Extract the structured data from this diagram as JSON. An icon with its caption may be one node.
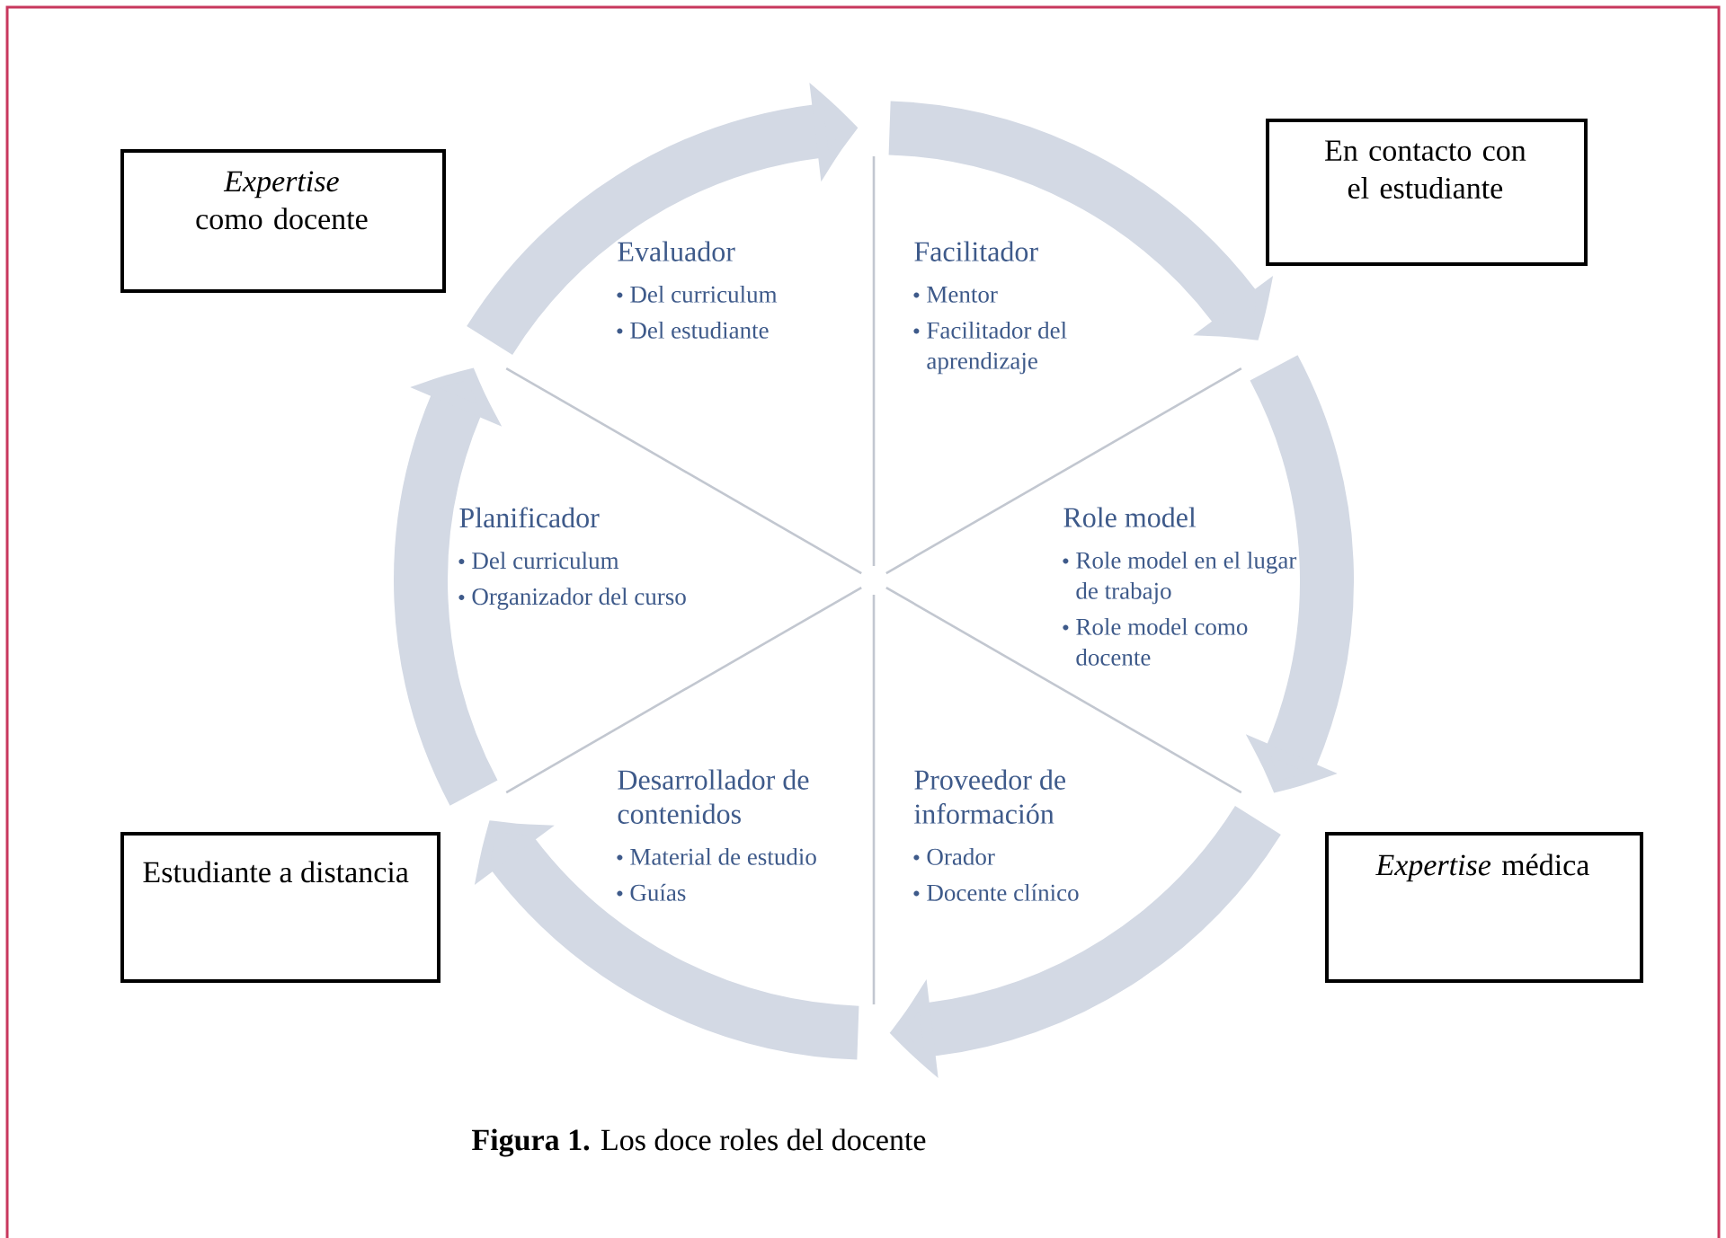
{
  "diagram": {
    "caption": "**Figura 1.** Los doce roles del docente",
    "nodes": [
      {
        "text": [
          "*Expertise* como docente"
        ]
      },
      {
        "text": [
          "En contacto con el estudiante"
        ]
      },
      {
        "text": [
          "Evaluador",
          "Del curriculum",
          "Del estudiante"
        ]
      },
      {
        "text": [
          "Facilitador",
          "Mentor",
          "Facilitador del aprendizaje"
        ]
      },
      {
        "text": [
          "Planificador",
          "Del curriculum",
          "Organizador del curso"
        ]
      },
      {
        "text": [
          "Role model",
          "Role model en el lugar de trabajo",
          "Role model como docente"
        ]
      },
      {
        "text": [
          "Desarrollador de contenidos",
          "Material de estudio",
          "Guías"
        ]
      },
      {
        "text": [
          "Proveedor de información",
          "Orador",
          "Docente clínico"
        ]
      },
      {
        "text": [
          "Estudiante a distancia"
        ]
      },
      {
        "text": [
          "*Expertise* médica"
        ]
      }
    ]
  }
}
